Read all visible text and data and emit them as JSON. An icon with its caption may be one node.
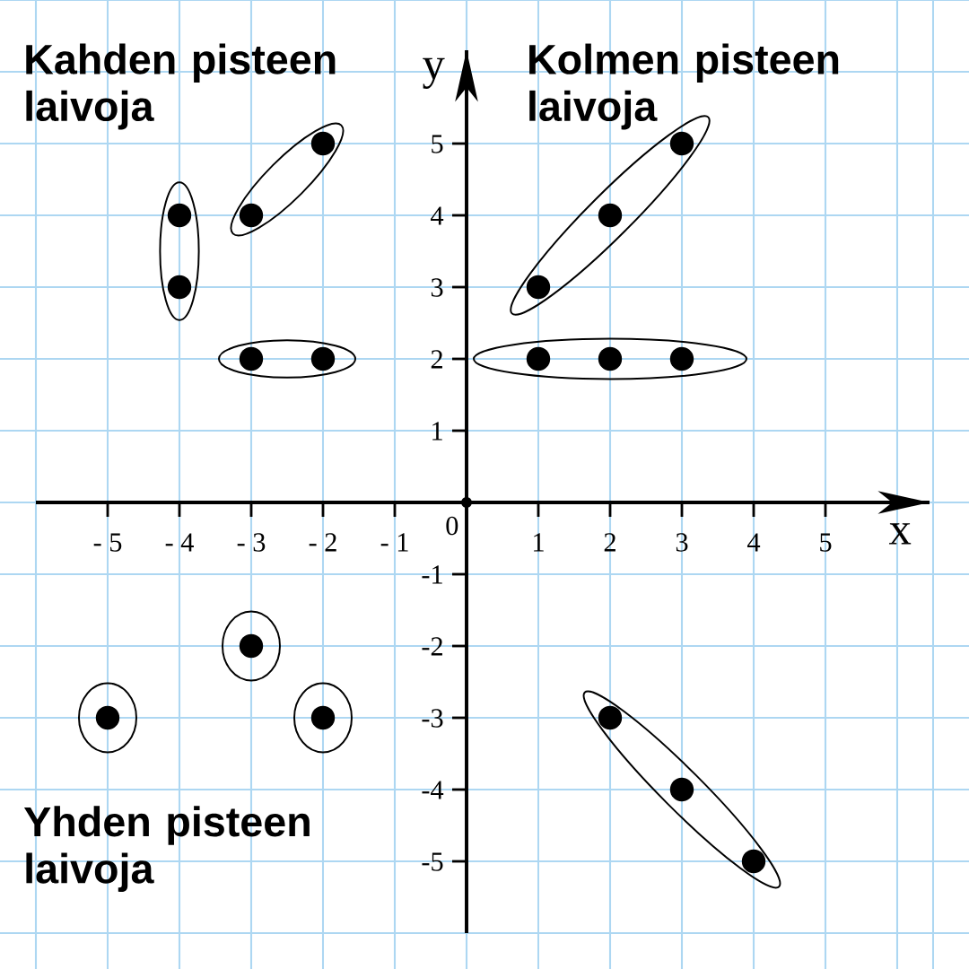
{
  "diagram": {
    "labels": [
      "Kahden pisteen laivoja",
      "Kolmen pisteen laivoja",
      "0",
      "Yhden pisteen laivoja"
    ],
    "chart_data": {
      "type": "scatter",
      "xlabel": "x",
      "ylabel": "y",
      "xlim": [
        -6,
        6.45
      ],
      "ylim": [
        -6,
        6.3
      ],
      "xticks": [
        {
          "value": -5,
          "label": "- 5"
        },
        {
          "value": -4,
          "label": "- 4"
        },
        {
          "value": -3,
          "label": "- 3"
        },
        {
          "value": -2,
          "label": "- 2"
        },
        {
          "value": -1,
          "label": "- 1"
        },
        {
          "value": 1,
          "label": "1"
        },
        {
          "value": 2,
          "label": "2"
        },
        {
          "value": 3,
          "label": "3"
        },
        {
          "value": 4,
          "label": "4"
        },
        {
          "value": 5,
          "label": "5"
        }
      ],
      "yticks": [
        {
          "value": 5,
          "label": "5"
        },
        {
          "value": 4,
          "label": "4"
        },
        {
          "value": 3,
          "label": "3"
        },
        {
          "value": 2,
          "label": "2"
        },
        {
          "value": 1,
          "label": "1"
        },
        {
          "value": -1,
          "label": "-1"
        },
        {
          "value": -2,
          "label": "-2"
        },
        {
          "value": -3,
          "label": "-3"
        },
        {
          "value": -4,
          "label": "-4"
        },
        {
          "value": -5,
          "label": "-5"
        }
      ],
      "series": [
        {
          "color": "#000000",
          "x": [
            -4,
            -4
          ],
          "values": [
            4,
            3
          ]
        },
        {
          "color": "#000000",
          "x": [
            -3,
            -2
          ],
          "values": [
            4,
            5
          ]
        },
        {
          "color": "#000000",
          "x": [
            -3,
            -2
          ],
          "values": [
            2,
            2
          ]
        },
        {
          "color": "#000000",
          "x": [
            1,
            2,
            3
          ],
          "values": [
            3,
            4,
            5
          ]
        },
        {
          "color": "#000000",
          "x": [
            1,
            2,
            3
          ],
          "values": [
            2,
            2,
            2
          ]
        },
        {
          "color": "#000000",
          "x": [
            -5
          ],
          "values": [
            -3
          ]
        },
        {
          "color": "#000000",
          "x": [
            -3
          ],
          "values": [
            -2
          ]
        },
        {
          "color": "#000000",
          "x": [
            -2
          ],
          "values": [
            -3
          ]
        },
        {
          "color": "#000000",
          "x": [
            2,
            3,
            4
          ],
          "values": [
            -3,
            -4,
            -5
          ]
        }
      ]
    }
  }
}
